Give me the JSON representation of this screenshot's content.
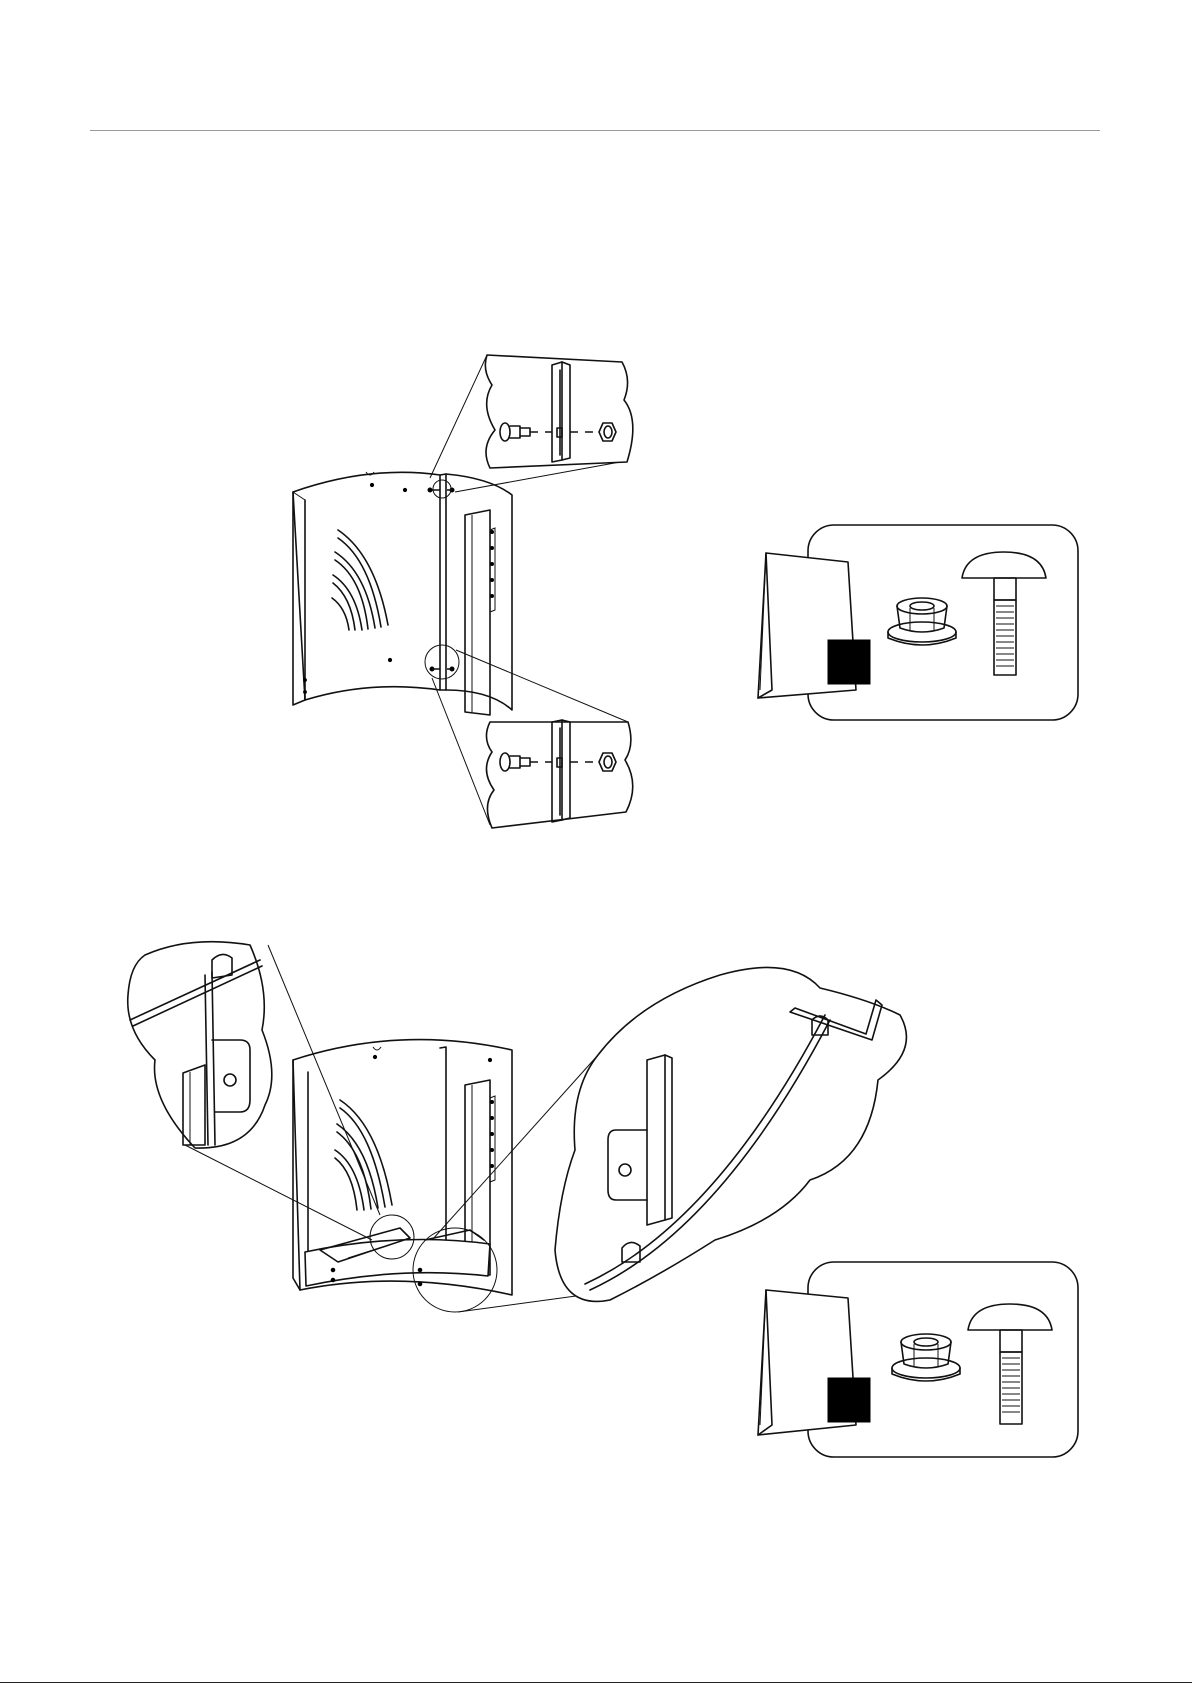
{
  "document": {
    "type": "assembly-instructions-page",
    "steps": [
      {
        "id": "step-1",
        "hardware_kit": {
          "icons": [
            "hardware-bag-icon",
            "flange-nut-icon",
            "carriage-bolt-icon"
          ]
        },
        "details": [
          "top-joint-detail",
          "bottom-joint-detail"
        ]
      },
      {
        "id": "step-2",
        "hardware_kit": {
          "icons": [
            "hardware-bag-icon",
            "flange-nut-icon",
            "carriage-bolt-icon"
          ]
        },
        "details": [
          "left-bracket-detail",
          "right-bracket-detail"
        ]
      }
    ],
    "colors": {
      "line": "#111111",
      "rule": "#9a9a9a",
      "background": "#ffffff"
    }
  }
}
